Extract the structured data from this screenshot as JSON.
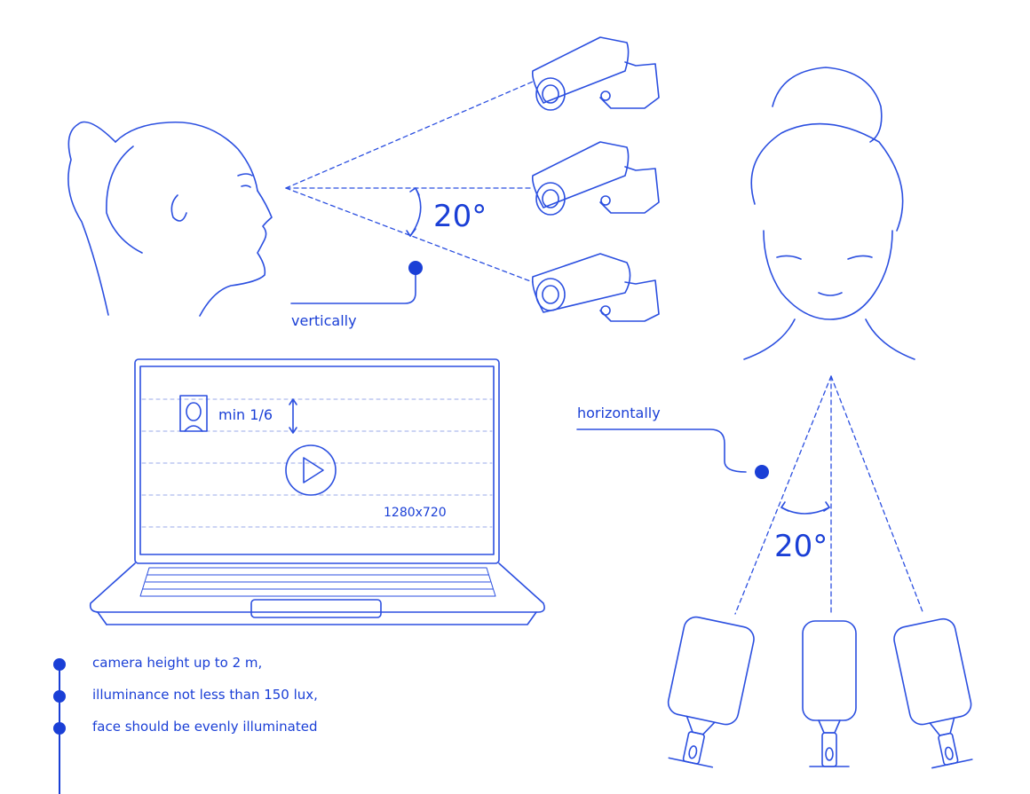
{
  "labels": {
    "vertical_angle": "20°",
    "vertically": "vertically",
    "horizontally": "horizontally",
    "horizontal_angle": "20°",
    "min_size": "min 1/6",
    "resolution": "1280x720"
  },
  "requirements": [
    "camera height up to 2 m,",
    "illuminance not less than 150 lux,",
    "face should be evenly illuminated"
  ],
  "colors": {
    "accent": "#1a3fd6",
    "line": "#2b4fe0",
    "dashed": "#9aa8e8"
  },
  "icons": [
    "woman-profile-icon",
    "cctv-camera-icon",
    "woman-front-icon",
    "laptop-icon",
    "play-icon",
    "face-frame-icon",
    "box-camera-icon"
  ]
}
